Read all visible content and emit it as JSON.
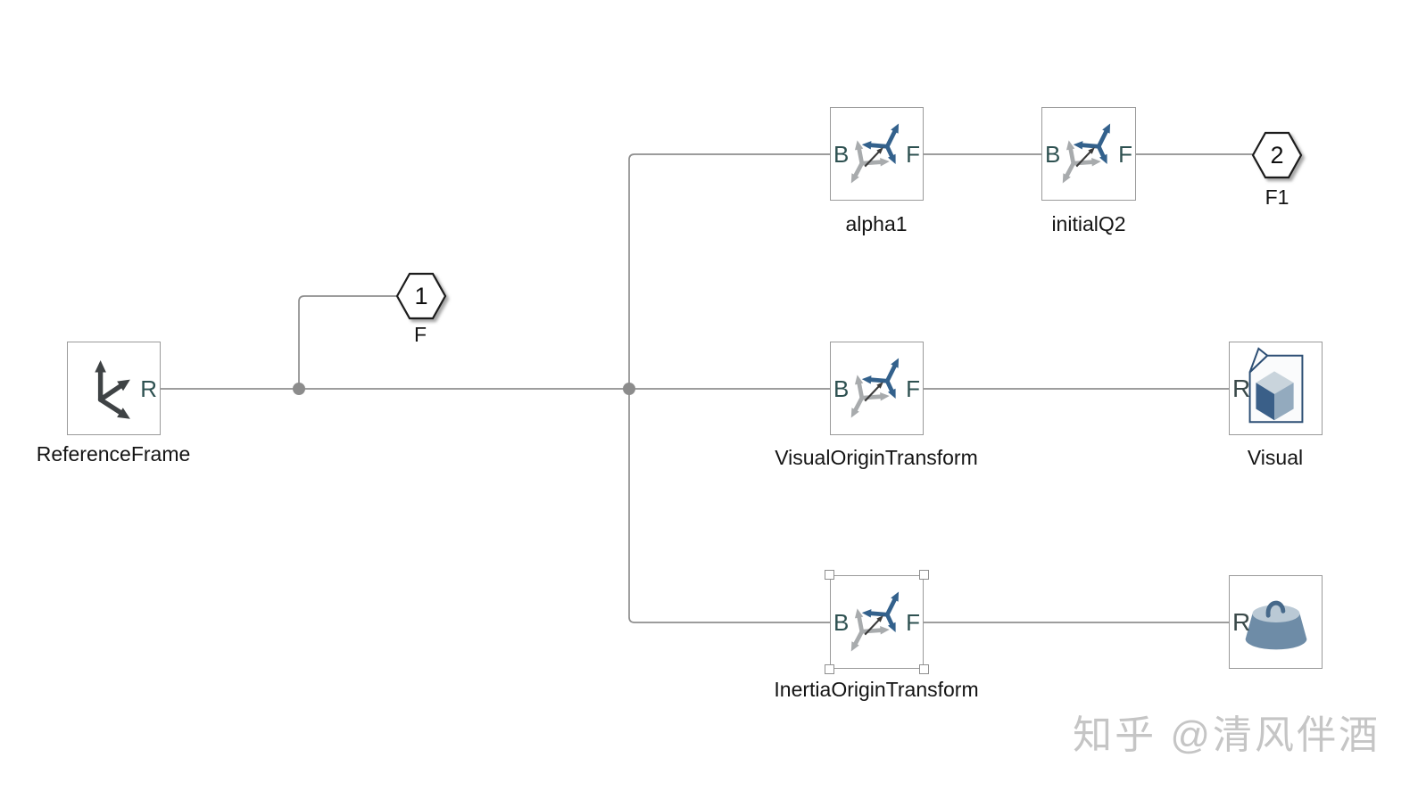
{
  "canvas": {
    "width": "1589",
    "height": "887"
  },
  "colors": {
    "background": "#ffffff",
    "wire": "#8f8f8f",
    "block_border": "#9a9a9a",
    "frame_blue": "#33618c",
    "frame_gray": "#a8abad",
    "dark_arrow": "#3f4345",
    "port_label": "#2e5151",
    "watermark": "#c5c5c5"
  },
  "blocks": {
    "reference_frame": {
      "name": "ReferenceFrame",
      "port_r": "R"
    },
    "alpha1": {
      "name": "alpha1",
      "port_b": "B",
      "port_f": "F"
    },
    "initial_q2": {
      "name": "initialQ2",
      "port_b": "B",
      "port_f": "F"
    },
    "visual_origin_transform": {
      "name": "VisualOriginTransform",
      "port_b": "B",
      "port_f": "F"
    },
    "inertia_origin_transform": {
      "name": "InertiaOriginTransform",
      "port_b": "B",
      "port_f": "F",
      "selected": "true"
    },
    "visual": {
      "name": "Visual",
      "port_r": "R"
    },
    "inertia": {
      "port_r": "R"
    }
  },
  "connection_ports": {
    "f": {
      "number": "1",
      "label": "F"
    },
    "f1": {
      "number": "2",
      "label": "F1"
    }
  },
  "watermark": {
    "text": "知乎 @清风伴酒"
  }
}
